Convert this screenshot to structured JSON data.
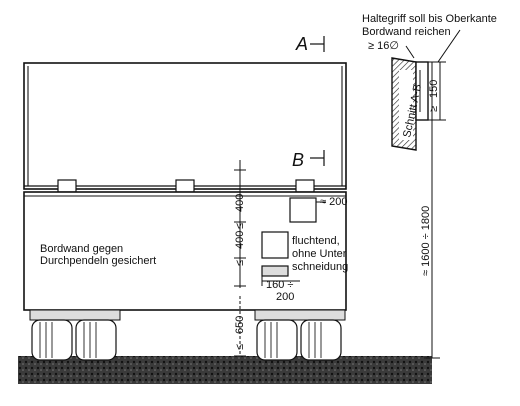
{
  "labels": {
    "view_a": "A",
    "view_b": "B",
    "handle_note_line1": "Haltegriff soll bis Oberkante",
    "handle_note_line2": "Bordwand reichen",
    "bar_diameter": "≥ 16∅",
    "section_label": "Schnitt A-B",
    "dim_150": "150",
    "le_symbol": "≥",
    "dim_total_height": "≈ 1600 ÷ 1800",
    "dim_400_upper": "400",
    "dim_400_lower": "400",
    "le_upper": "≤",
    "le_lower": "≤",
    "dim_200_side": "≈ 200",
    "dim_160_200_line1": "160 ÷",
    "dim_160_200_line2": "200",
    "flush_note_line1": "fluchtend,",
    "flush_note_line2": "ohne Unter",
    "flush_note_line3": "schneidung",
    "securing_note_line1": "Bordwand gegen",
    "securing_note_line2": "Durchpendeln gesichert",
    "dim_650": "650",
    "le_650": "≤"
  }
}
